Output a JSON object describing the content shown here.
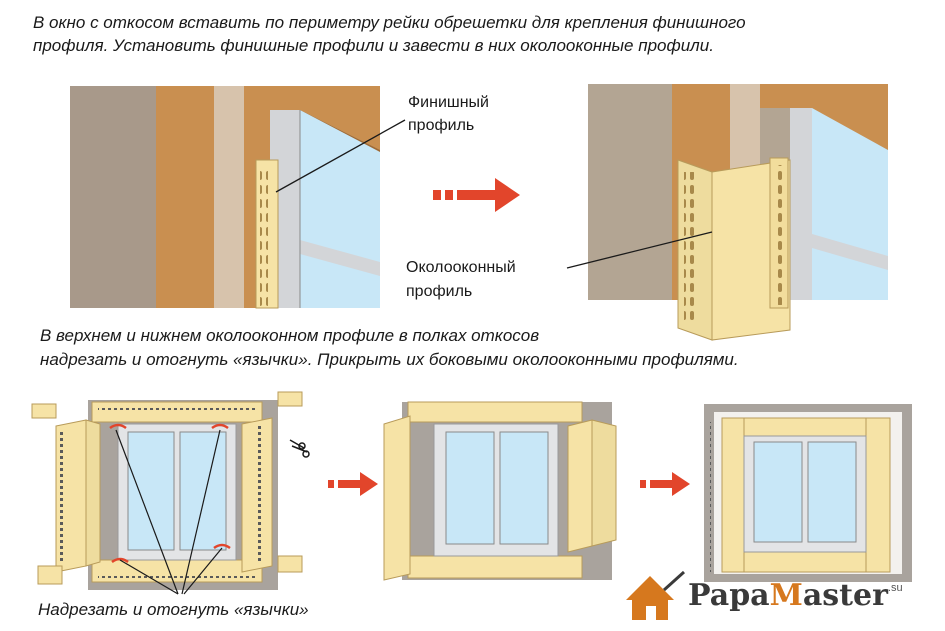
{
  "texts": {
    "top_instruction_line1": "В окно с откосом вставить по периметру рейки обрешетки для крепления финишного",
    "top_instruction_line2": "профиля. Установить финишные профили и завести в них околооконные профили.",
    "finish_profile_label_line1": "Финишный",
    "finish_profile_label_line2": "профиль",
    "window_profile_label_line1": "Околооконный",
    "window_profile_label_line2": "профиль",
    "middle_instruction_line1": "В верхнем и нижнем околооконном профиле в полках откосов",
    "middle_instruction_line2": "надрезать и отогнуть «язычки». Прикрыть их боковыми околооконными профилями.",
    "bottom_caption": "Надрезать и отогнуть «язычки»"
  },
  "logo": {
    "prefix": "Papa",
    "accent": "M",
    "suffix": "aster",
    "domain": ".su"
  },
  "colors": {
    "wall": "#b3a593",
    "wood": "#c98f50",
    "glass": "#c8e7f7",
    "frame": "#d3d5d8",
    "profile": "#f6e3a6",
    "arrow": "#e2452b",
    "logo_accent": "#d6781e"
  }
}
